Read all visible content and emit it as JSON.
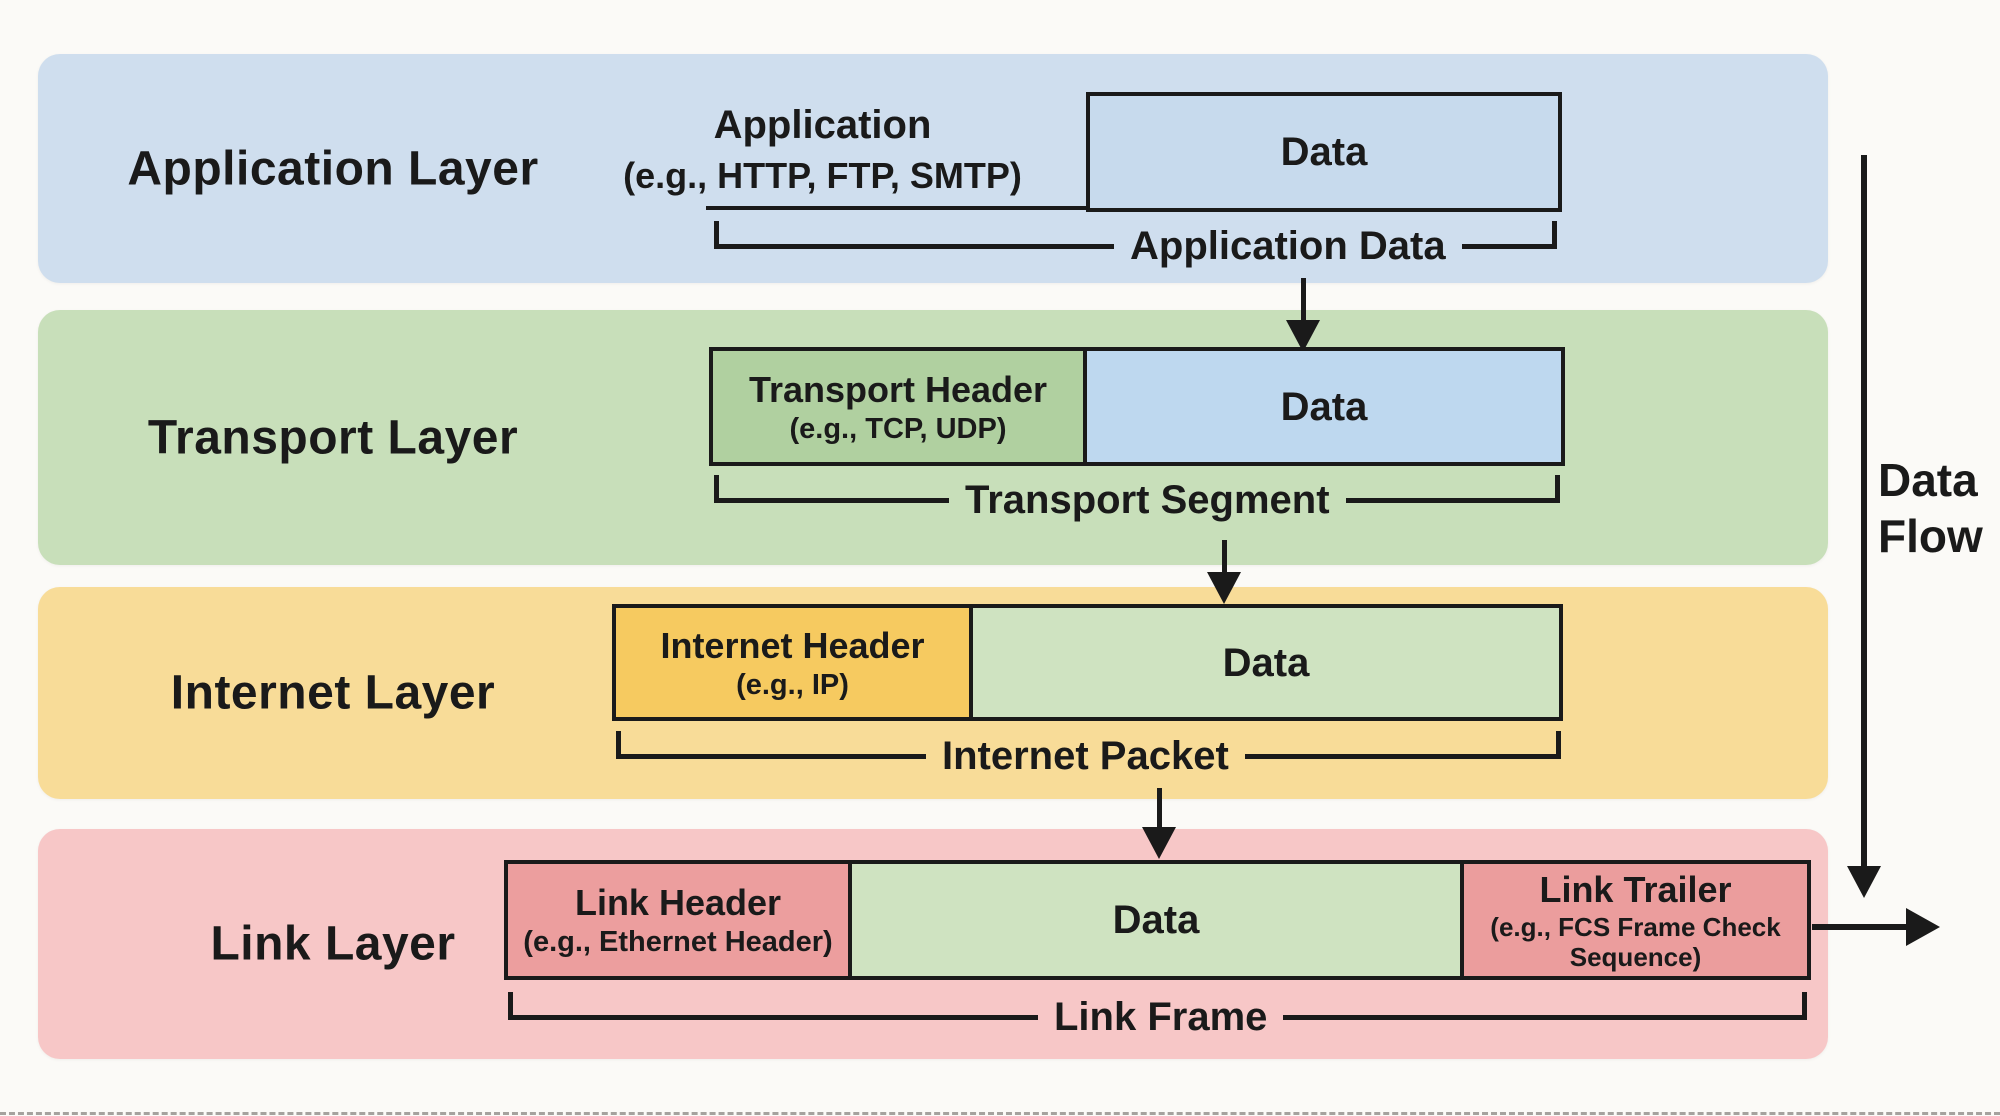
{
  "background": "#fbfaf7",
  "ink": "#1a1a1a",
  "data_flow": {
    "label_line1": "Data",
    "label_line2": "Flow"
  },
  "layers": [
    {
      "id": "application",
      "name": "Application Layer",
      "band_color": "#cfdeee",
      "annotation_line1": "Application",
      "annotation_line2": "(e.g., HTTP, FTP, SMTP)",
      "boxes": [
        {
          "label": "Data",
          "color": "#c7daed"
        }
      ],
      "bracket_label": "Application Data"
    },
    {
      "id": "transport",
      "name": "Transport Layer",
      "band_color": "#c8dfba",
      "boxes": [
        {
          "label": "Transport Header",
          "sublabel": "(e.g., TCP, UDP)",
          "color": "#b0d0a0"
        },
        {
          "label": "Data",
          "color": "#bed8ef"
        }
      ],
      "bracket_label": "Transport Segment"
    },
    {
      "id": "internet",
      "name": "Internet Layer",
      "band_color": "#f8dc98",
      "boxes": [
        {
          "label": "Internet Header",
          "sublabel": "(e.g., IP)",
          "color": "#f6ca60"
        },
        {
          "label": "Data",
          "color": "#cfe3c1"
        }
      ],
      "bracket_label": "Internet Packet"
    },
    {
      "id": "link",
      "name": "Link Layer",
      "band_color": "#f7c7c7",
      "boxes": [
        {
          "label": "Link Header",
          "sublabel": "(e.g., Ethernet Header)",
          "color": "#ec9e9e"
        },
        {
          "label": "Data",
          "color": "#cfe3c1"
        },
        {
          "label": "Link Trailer",
          "sublabel": "(e.g., FCS Frame Check Sequence)",
          "color": "#eb9d9d"
        }
      ],
      "bracket_label": "Link Frame"
    }
  ]
}
